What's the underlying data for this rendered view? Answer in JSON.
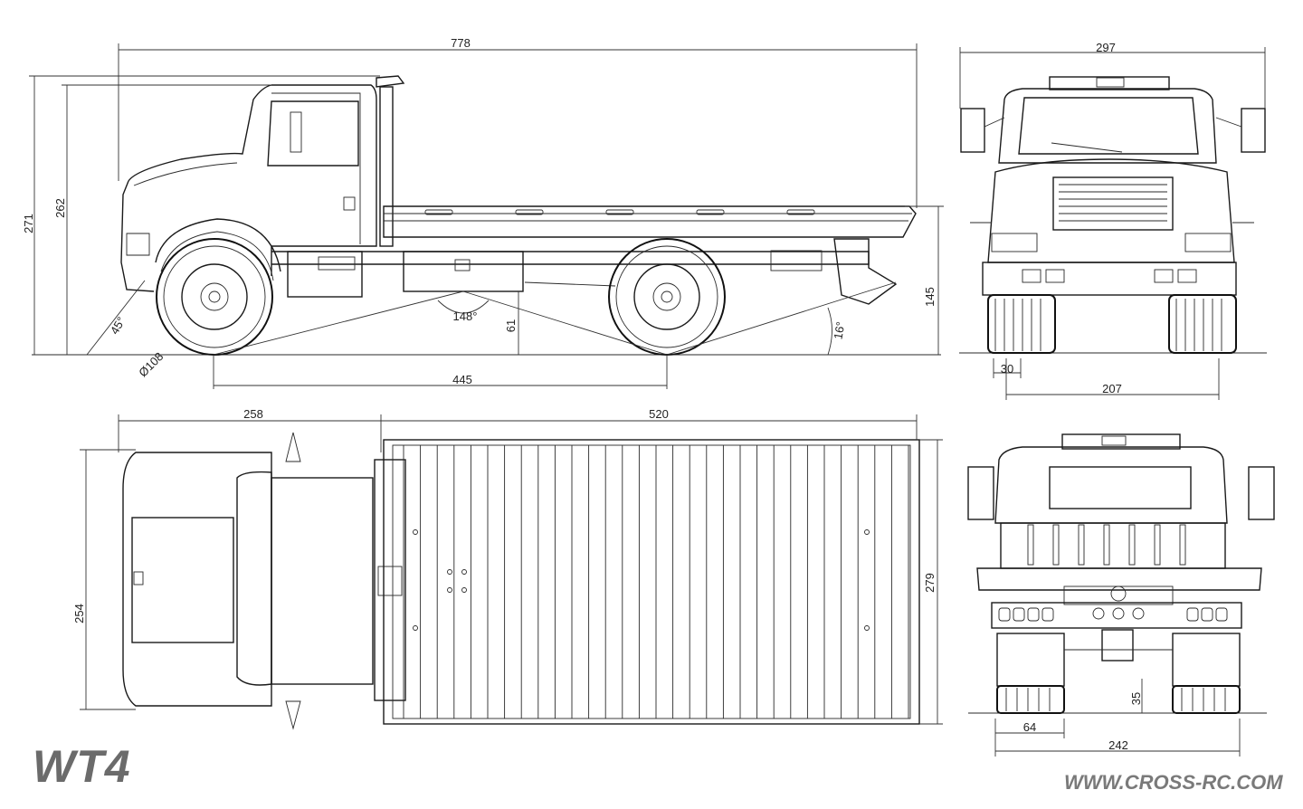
{
  "brand": {
    "model": "WT4",
    "website": "WWW.CROSS-RC.COM"
  },
  "dimensions": {
    "side": {
      "overall_length": "778",
      "overall_height": "271",
      "cab_height": "262",
      "wheelbase": "445",
      "ground_clearance": "61",
      "rear_height": "145",
      "approach_angle": "45°",
      "breakover_angle": "148°",
      "departure_angle": "16°",
      "tire_diameter": "Ø108"
    },
    "front": {
      "width": "297",
      "track": "207",
      "offset": "30"
    },
    "top": {
      "cab_length": "258",
      "bed_length": "520",
      "cab_width": "254",
      "bed_width": "279"
    },
    "rear": {
      "track": "242",
      "tire_width": "64",
      "hitch_height": "35"
    }
  }
}
